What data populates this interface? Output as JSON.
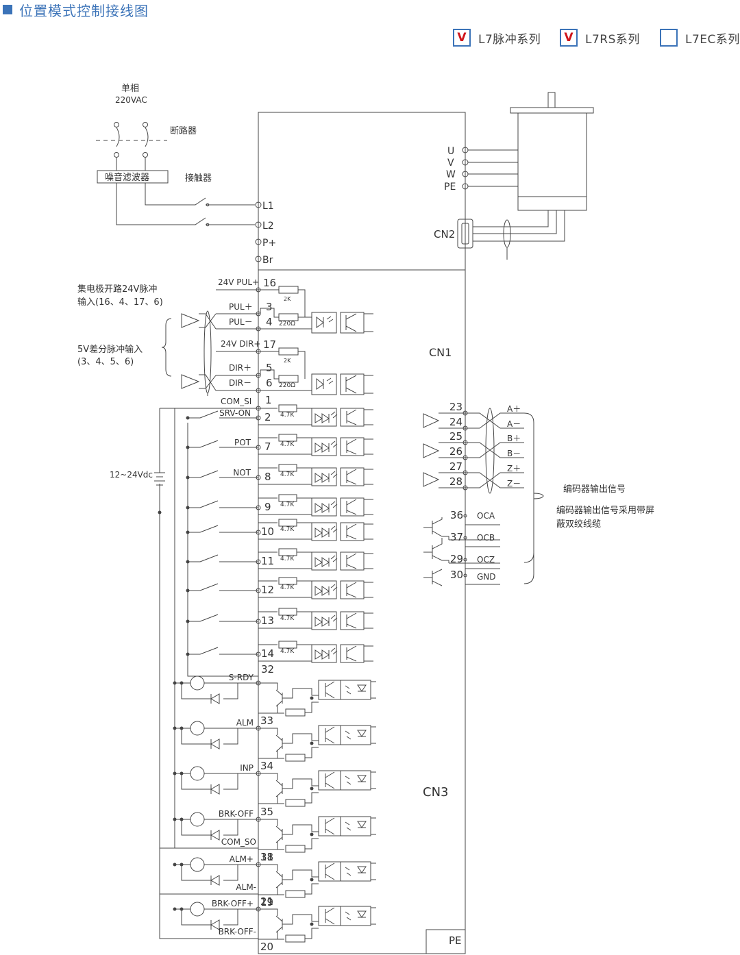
{
  "title": "位置模式控制接线图",
  "colors": {
    "accent": "#3b73b8",
    "check": "#d0161b",
    "line": "#444444"
  },
  "legend": [
    {
      "label": "L7脉冲系列",
      "checked": true,
      "mark": "V"
    },
    {
      "label": "L7RS系列",
      "checked": true,
      "mark": "V"
    },
    {
      "label": "L7EC系列",
      "checked": false,
      "mark": ""
    }
  ],
  "power": {
    "supply_title": "单相",
    "supply_voltage": "220VAC",
    "breaker": "断路器",
    "filter": "噪音滤波器",
    "contactor": "接触器",
    "terminals": [
      "L1",
      "L2",
      "P+",
      "Br"
    ]
  },
  "motor": {
    "phases": [
      "U",
      "V",
      "W",
      "PE"
    ],
    "encoder_connector": "CN2"
  },
  "cn1": {
    "label": "CN1",
    "note_collector": "集电极开路24V脉冲",
    "note_collector_2": "输入(16、4、17、6)",
    "note_diff": "5V差分脉冲输入",
    "note_diff_2": "(3、4、5、6)",
    "pulse_rows": [
      {
        "name": "24V PUL+",
        "pin": "16"
      },
      {
        "name": "PUL＋",
        "pin": "3"
      },
      {
        "name": "PUL－",
        "pin": "4"
      },
      {
        "name": "24V DIR+",
        "pin": "17"
      },
      {
        "name": "DIR＋",
        "pin": "5"
      },
      {
        "name": "DIR－",
        "pin": "6"
      }
    ],
    "res_2k": "2K",
    "res_220": "220Ω",
    "com_si": {
      "name": "COM_SI",
      "pin": "1"
    },
    "supply": "12~24Vdc",
    "inputs": [
      {
        "name": "SRV-ON",
        "pin": "2"
      },
      {
        "name": "POT",
        "pin": "7"
      },
      {
        "name": "NOT",
        "pin": "8"
      },
      {
        "name": "",
        "pin": "9"
      },
      {
        "name": "",
        "pin": "10"
      },
      {
        "name": "",
        "pin": "11"
      },
      {
        "name": "",
        "pin": "12"
      },
      {
        "name": "",
        "pin": "13"
      },
      {
        "name": "",
        "pin": "14"
      }
    ],
    "res_input": "4.7K",
    "pin_32": "32",
    "outputs": [
      {
        "name": "S-RDY",
        "pin": "",
        "bottom": "",
        "bottom_pin": "33"
      },
      {
        "name": "ALM",
        "pin": "",
        "bottom": "",
        "bottom_pin": "34"
      },
      {
        "name": "INP",
        "pin": "",
        "bottom": "",
        "bottom_pin": ""
      },
      {
        "name": "BRK-OFF",
        "pin": "35",
        "bottom": "COM_SO",
        "bottom_pin": "31"
      },
      {
        "name": "ALM+",
        "pin": "18",
        "bottom": "ALM-",
        "bottom_pin": "19"
      },
      {
        "name": "BRK-OFF+",
        "pin": "21",
        "bottom": "BRK-OFF-",
        "bottom_pin": "20"
      }
    ]
  },
  "encoder_out": {
    "diff": [
      {
        "pin": "23",
        "name": "A＋"
      },
      {
        "pin": "24",
        "name": "A－"
      },
      {
        "pin": "25",
        "name": "B＋"
      },
      {
        "pin": "26",
        "name": "B－"
      },
      {
        "pin": "27",
        "name": "Z＋"
      },
      {
        "pin": "28",
        "name": "Z－"
      }
    ],
    "oc": [
      {
        "pin": "36",
        "name": "OCA"
      },
      {
        "pin": "37",
        "name": "OCB"
      },
      {
        "pin": "29",
        "name": "OCZ"
      },
      {
        "pin": "30",
        "name": "GND"
      }
    ],
    "note_1": "编码器输出信号",
    "note_2": "编码器输出信号采用带屏",
    "note_3": "蔽双绞线缆"
  },
  "cn3": "CN3",
  "pe": "PE"
}
